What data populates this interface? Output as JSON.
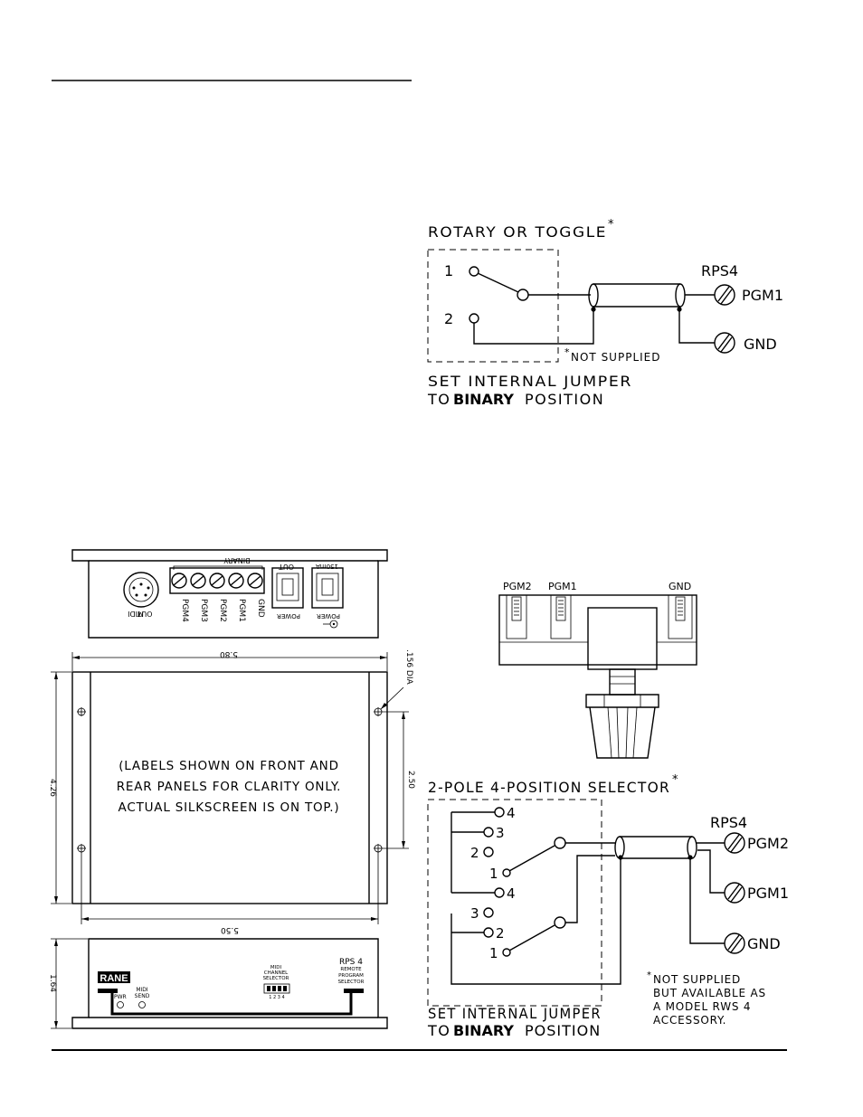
{
  "rotary_diagram": {
    "title": "ROTARY OR TOGGLE",
    "asterisk": "*",
    "pos1": "1",
    "pos2": "2",
    "rps": "RPS4",
    "pgm1": "PGM1",
    "gnd": "GND",
    "note_star": "*",
    "note": "NOT SUPPLIED",
    "jumper_line1": "SET INTERNAL JUMPER",
    "jumper_to": "TO",
    "jumper_binary": "BINARY",
    "jumper_pos": "POSITION"
  },
  "front_panel": {
    "midi_out_1": "MIDI",
    "midi_out_2": "OUT",
    "binary": "BINARY",
    "terminals": [
      "PGM4",
      "PGM3",
      "PGM2",
      "PGM1",
      "GND"
    ],
    "out": "OUT",
    "power1": "POWER",
    "ma": "150mA",
    "power2": "POWER"
  },
  "top_view": {
    "width_top": "5.80",
    "width_bottom": "5.50",
    "height": "4.26",
    "hole_spacing": "2.50",
    "hole_dia": ".156 DIA",
    "note_1": "(LABELS SHOWN ON FRONT AND",
    "note_2": "REAR PANELS FOR CLARITY ONLY.",
    "note_3": "ACTUAL SILKSCREEN IS ON TOP.)"
  },
  "rear_panel": {
    "height": "1.64",
    "logo": "RANE",
    "pwr": "PWR",
    "midi_send_1": "MIDI",
    "midi_send_2": "SEND",
    "midi_ch_1": "MIDI",
    "midi_ch_2": "CHANNEL",
    "midi_ch_3": "SELECTOR",
    "dip_nums": "1 2 3 4",
    "model": "RPS 4",
    "sub1": "REMOTE",
    "sub2": "PROGRAM",
    "sub3": "SELECTOR"
  },
  "connector": {
    "pgm2": "PGM2",
    "pgm1": "PGM1",
    "gnd": "GND"
  },
  "selector_diagram": {
    "title": "2-POLE 4-POSITION SELECTOR",
    "asterisk": "*",
    "p4a": "4",
    "p3a": "3",
    "p2a": "2",
    "p1a": "1",
    "p4b": "4",
    "p3b": "3",
    "p2b": "2",
    "p1b": "1",
    "rps": "RPS4",
    "pgm2": "PGM2",
    "pgm1": "PGM1",
    "gnd": "GND",
    "jumper_line1": "SET INTERNAL JUMPER",
    "jumper_to": "TO",
    "jumper_binary": "BINARY",
    "jumper_pos": "POSITION",
    "note_star": "*",
    "note1": "NOT SUPPLIED",
    "note2": "BUT AVAILABLE AS",
    "note3": "A MODEL RWS 4",
    "note4": "ACCESSORY."
  }
}
